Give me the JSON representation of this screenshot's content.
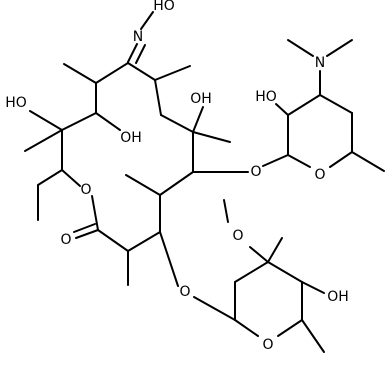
{
  "molecule": {
    "atom_labels": {
      "oxime_oh": "HO",
      "oxime_n": "N",
      "ho_c12": "HO",
      "oh_c11": "OH",
      "oh_c6": "OH",
      "lactone_o": "O",
      "carbonyl_o": "O",
      "glyco_o_des": "O",
      "nme2_n": "N",
      "ho_des": "HO",
      "ring_o_des": "O",
      "glyco_o_clad": "O",
      "ome_o": "O",
      "oh_clad": "OH",
      "ring_o_clad": "O"
    }
  }
}
